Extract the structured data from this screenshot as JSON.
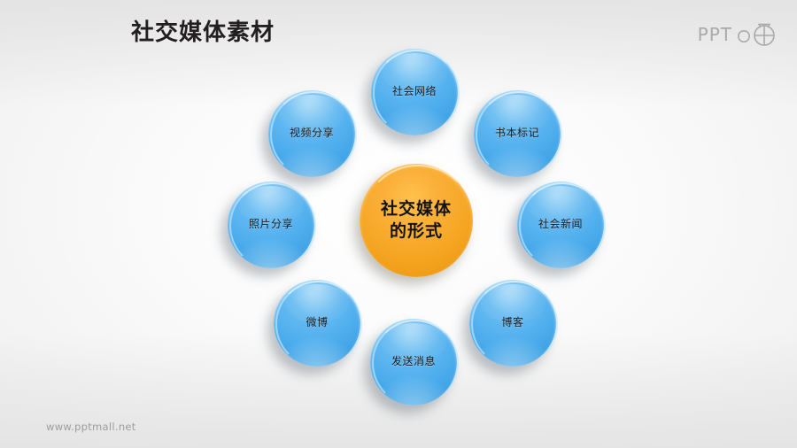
{
  "slide": {
    "title": "社交媒体素材",
    "footer_url": "www.pptmall.net",
    "background_color": "#f1f1f1"
  },
  "logo": {
    "text": "PPT",
    "mark_icon": "globe-crosshair-icon"
  },
  "diagram": {
    "type": "hub-and-spoke",
    "center": {
      "line1": "社交媒体",
      "line2": "的形式",
      "color": "#f5a623"
    },
    "node_color": "#4fadec",
    "arrow_color": "#8a8a8a",
    "nodes": [
      {
        "label": "社会网络",
        "angle_deg": 90,
        "position": "top"
      },
      {
        "label": "书本标记",
        "angle_deg": 45,
        "position": "top-right"
      },
      {
        "label": "社会新闻",
        "angle_deg": 0,
        "position": "right"
      },
      {
        "label": "博客",
        "angle_deg": -45,
        "position": "bottom-right"
      },
      {
        "label": "发送消息",
        "angle_deg": -90,
        "position": "bottom"
      },
      {
        "label": "微博",
        "angle_deg": -135,
        "position": "bottom-left"
      },
      {
        "label": "照片分享",
        "angle_deg": 180,
        "position": "left"
      },
      {
        "label": "视频分享",
        "angle_deg": 135,
        "position": "top-left"
      }
    ]
  }
}
